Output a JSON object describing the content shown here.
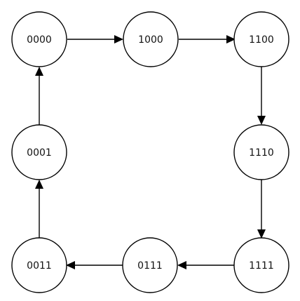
{
  "diagram": {
    "states": [
      {
        "id": "s0000",
        "label": "0000"
      },
      {
        "id": "s1000",
        "label": "1000"
      },
      {
        "id": "s1100",
        "label": "1100"
      },
      {
        "id": "s1110",
        "label": "1110"
      },
      {
        "id": "s1111",
        "label": "1111"
      },
      {
        "id": "s0111",
        "label": "0111"
      },
      {
        "id": "s0011",
        "label": "0011"
      },
      {
        "id": "s0001",
        "label": "0001"
      }
    ],
    "transitions": [
      {
        "from": "0000",
        "to": "1000"
      },
      {
        "from": "1000",
        "to": "1100"
      },
      {
        "from": "1100",
        "to": "1110"
      },
      {
        "from": "1110",
        "to": "1111"
      },
      {
        "from": "1111",
        "to": "0111"
      },
      {
        "from": "0111",
        "to": "0011"
      },
      {
        "from": "0011",
        "to": "0001"
      },
      {
        "from": "0001",
        "to": "0000"
      }
    ],
    "colors": {
      "stroke": "#000000",
      "fill": "#ffffff",
      "text": "#111111"
    }
  }
}
